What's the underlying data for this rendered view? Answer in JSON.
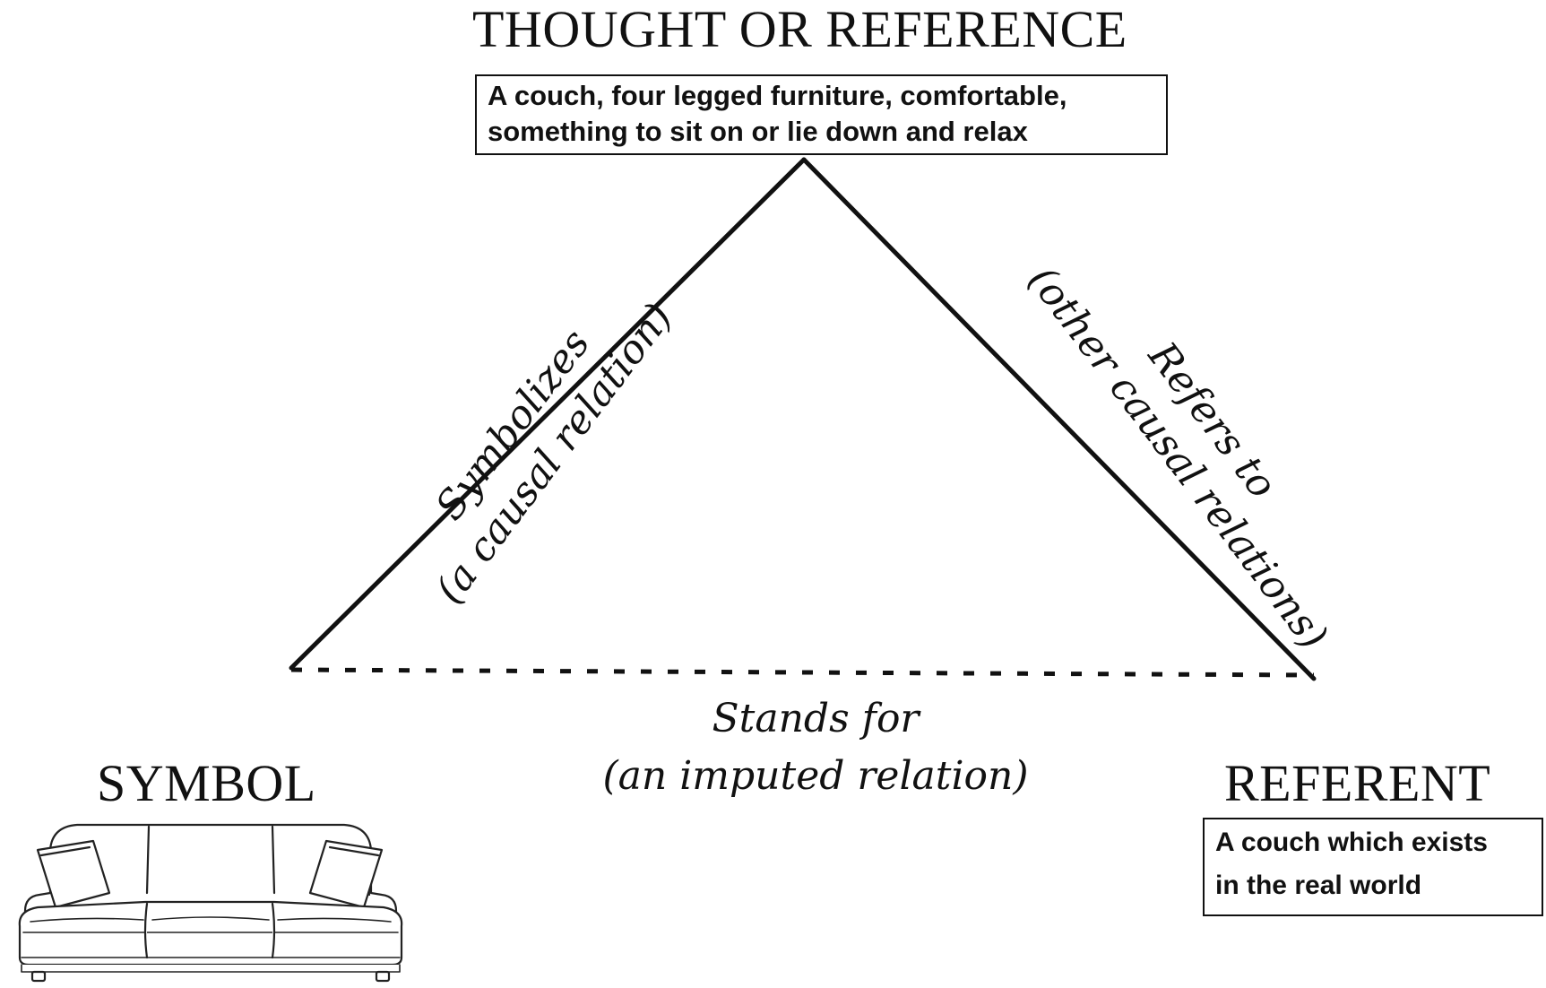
{
  "vertices": {
    "thought": {
      "title": "THOUGHT OR REFERENCE",
      "box_lines": [
        "A couch, four legged furniture, comfortable,",
        "something to sit on or lie down and relax"
      ]
    },
    "symbol": {
      "title": "SYMBOL",
      "image": "couch-illustration"
    },
    "referent": {
      "title": "REFERENT",
      "box_lines": [
        "A couch which exists",
        "in the real world"
      ]
    }
  },
  "relations": {
    "left": {
      "line1": "Symbolizes",
      "line2": "(a causal relation)"
    },
    "right": {
      "line1": "Refers to",
      "line2": "(other causal relations)"
    },
    "bottom": {
      "line1": "Stands for",
      "line2": "(an imputed relation)",
      "style": "dashed"
    }
  }
}
